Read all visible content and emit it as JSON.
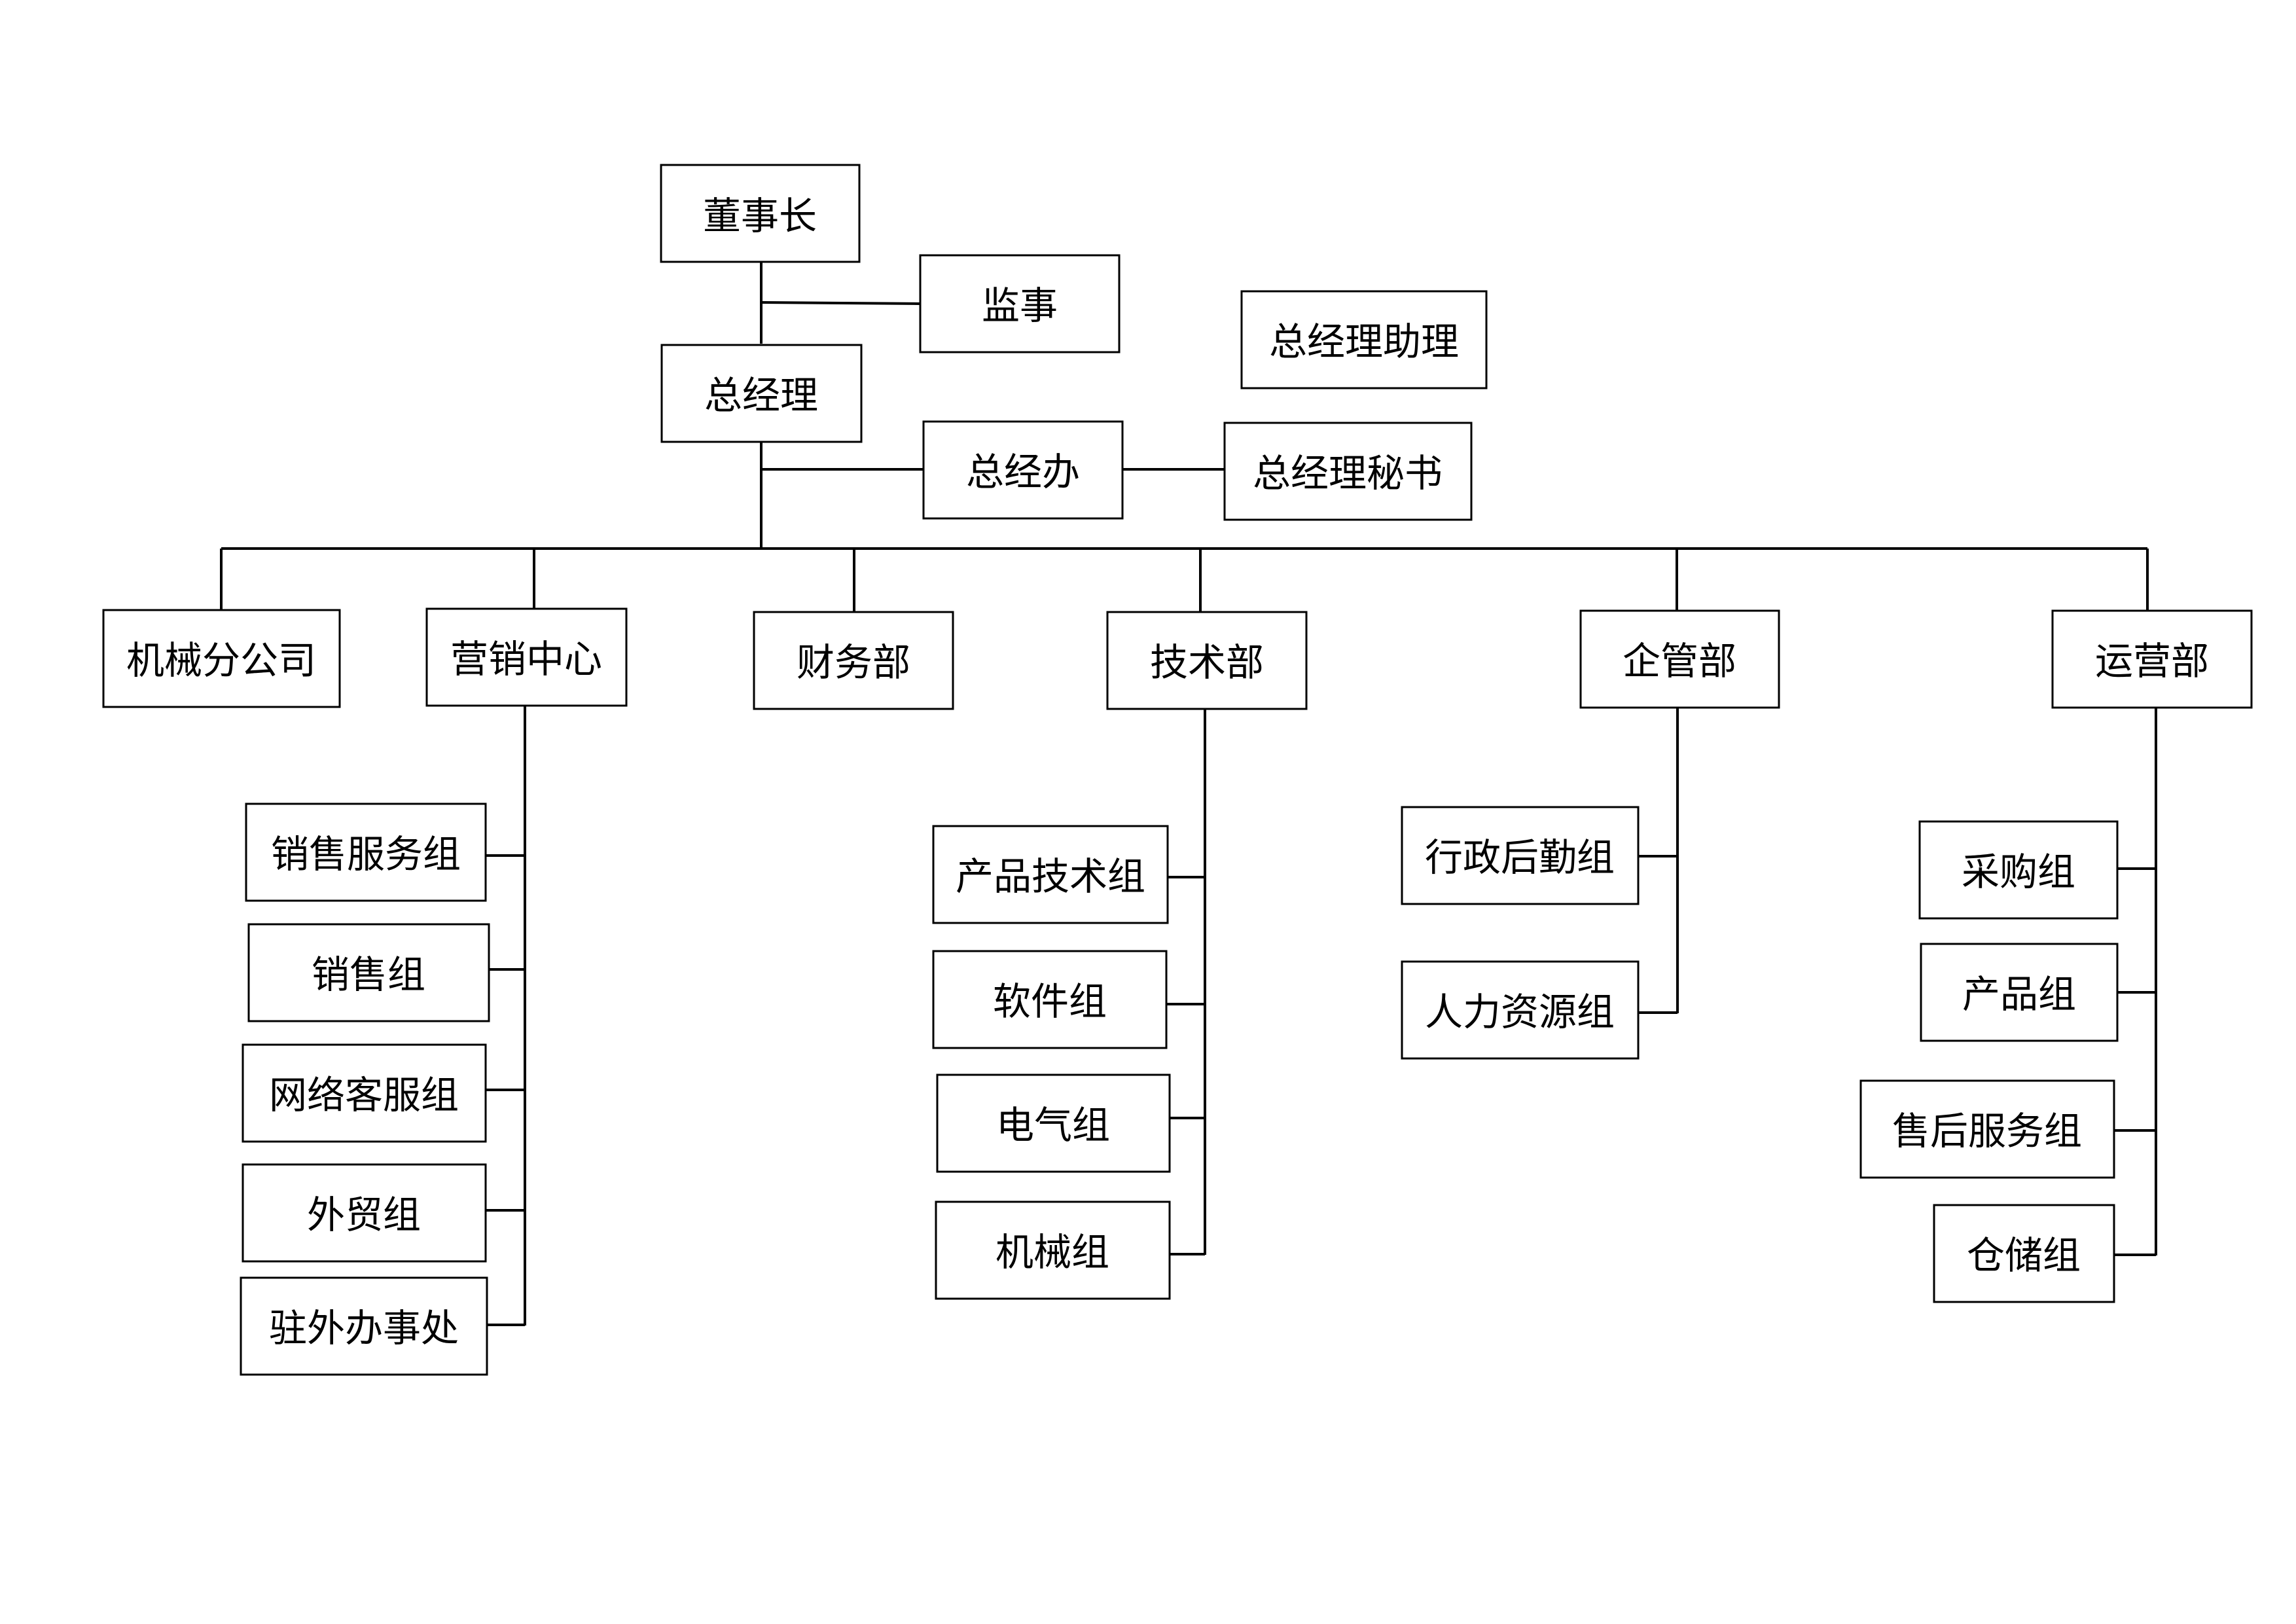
{
  "nodes": {
    "chairman": "董事长",
    "supervisor": "监事",
    "gm_assistant": "总经理助理",
    "gm": "总经理",
    "gm_office": "总经办",
    "gm_secretary": "总经理秘书",
    "machinery_branch": "机械分公司",
    "marketing_center": "营销中心",
    "finance_dept": "财务部",
    "tech_dept": "技术部",
    "enterprise_mgmt_dept": "企管部",
    "operations_dept": "运营部",
    "sales_service_group": "销售服务组",
    "sales_group": "销售组",
    "online_cs_group": "网络客服组",
    "foreign_trade_group": "外贸组",
    "field_office": "驻外办事处",
    "product_tech_group": "产品技术组",
    "software_group": "软件组",
    "electrical_group": "电气组",
    "mechanical_group": "机械组",
    "admin_logistics_group": "行政后勤组",
    "hr_group": "人力资源组",
    "procurement_group": "采购组",
    "product_group": "产品组",
    "after_sales_group": "售后服务组",
    "warehouse_group": "仓储组"
  }
}
